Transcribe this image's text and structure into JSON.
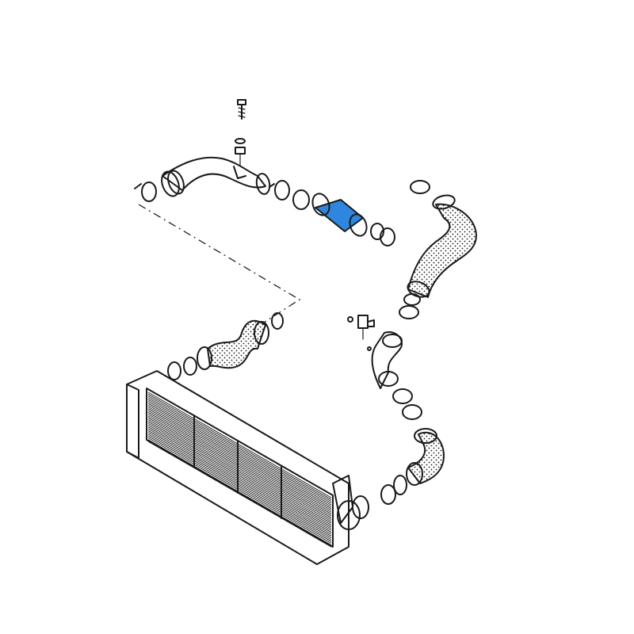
{
  "diagram": {
    "colors": {
      "ink": "#1a1a1a",
      "background": "#ffffff",
      "highlight": "#2e86de"
    },
    "parts": [
      {
        "id": "bolt",
        "icon": "bolt-icon"
      },
      {
        "id": "washer-nut",
        "icon": "washer-icon"
      },
      {
        "id": "upper-intake-pipe",
        "icon": "pipe-icon"
      },
      {
        "id": "highlighted-connector-hose",
        "icon": "hose-icon",
        "highlighted": true
      },
      {
        "id": "right-upper-hose",
        "icon": "hose-icon"
      },
      {
        "id": "sensor",
        "icon": "sensor-icon"
      },
      {
        "id": "middle-elbow",
        "icon": "elbow-icon"
      },
      {
        "id": "lower-right-hose",
        "icon": "hose-icon"
      },
      {
        "id": "left-dotted-hose",
        "icon": "hose-icon"
      },
      {
        "id": "intercooler",
        "icon": "radiator-icon"
      },
      {
        "id": "hose-clamps",
        "icon": "clamp-icon"
      }
    ]
  }
}
